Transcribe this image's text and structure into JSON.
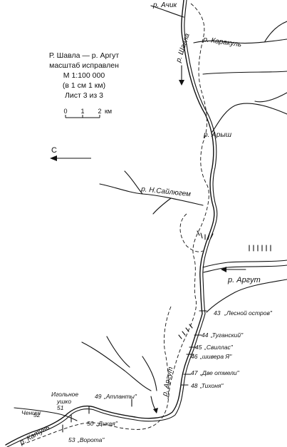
{
  "legend": {
    "line1": "Р. Шавла — р. Аргут",
    "line2": "масштаб исправлен",
    "line3": "М 1:100 000",
    "line4": "(в 1 см 1 км)",
    "line5": "Лист 3  из 3",
    "scale_ticks": [
      "0",
      "1",
      "2",
      "км"
    ]
  },
  "north_arrow": "С",
  "rivers": {
    "achik": "р. Ачик",
    "shavla": "р. Шавла",
    "karakul": "р. Каракуль",
    "arysh": "р. Арыш",
    "n_sailyugem": "р. Н.Сайлюгем",
    "argut_east": "р. Аргут",
    "argut_river": "р. Аргут",
    "katun": "р. Катунь"
  },
  "rapids": [
    {
      "num": "43",
      "name": "„Лесной остров\""
    },
    {
      "num": "44",
      "name": "„Туганский\""
    },
    {
      "num": "45",
      "name": "„Свиллас\""
    },
    {
      "num": "46",
      "name": "„шивера Я\""
    },
    {
      "num": "47",
      "name": "„Две отмели\""
    },
    {
      "num": "48",
      "name": "„Тихоня\""
    },
    {
      "num": "49",
      "name": "„Атланты\""
    },
    {
      "num": "50",
      "name": "„Дикая\""
    },
    {
      "num": "51",
      "name": ""
    },
    {
      "num": "52",
      "name": ""
    },
    {
      "num": "53",
      "name": "„Ворота\""
    }
  ],
  "places": {
    "igolnoe_1": "Игольное",
    "igolnoe_2": "ушко",
    "chenish": "Чениш"
  }
}
